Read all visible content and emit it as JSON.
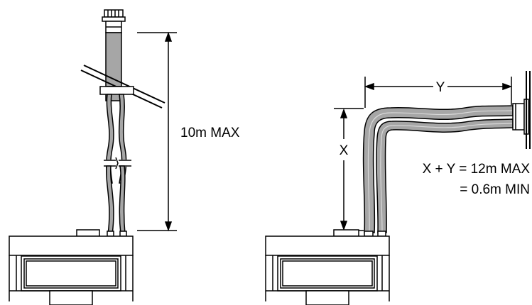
{
  "left_diagram": {
    "vertical_dimension_label": "10m MAX"
  },
  "right_diagram": {
    "horizontal_dimension_label": "Y",
    "vertical_dimension_label": "X",
    "formula_line_1": "X + Y = 12m MAX",
    "formula_line_2": "= 0.6m MIN"
  },
  "colors": {
    "line": "#000000",
    "duct_fill": "#a6a6a6",
    "duct_light": "#d9d9d9",
    "background": "#ffffff"
  }
}
